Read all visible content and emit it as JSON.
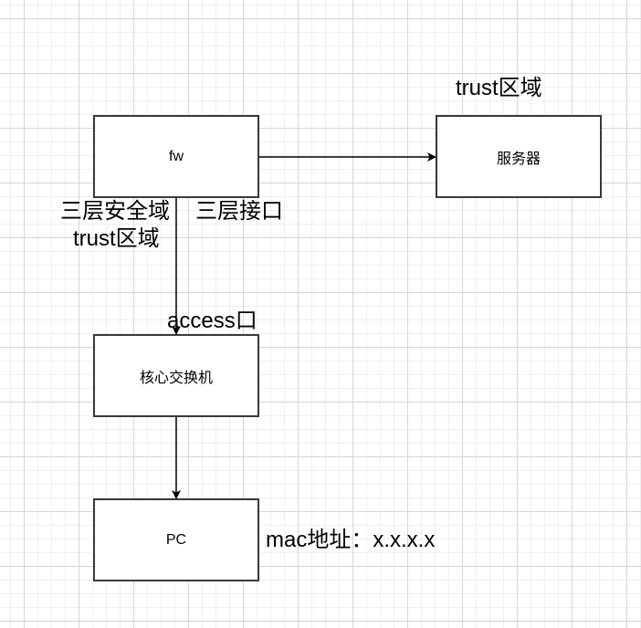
{
  "nodes": {
    "fw": "fw",
    "server": "服务器",
    "core_switch": "核心交换机",
    "pc": "PC"
  },
  "labels": {
    "server_zone": "trust区域",
    "l3_security_zone": "三层安全域",
    "l3_interface": "三层接口",
    "fw_zone": "trust区域",
    "access_port": "access口",
    "pc_mac": "mac地址：x.x.x.x"
  },
  "edges": [
    {
      "from": "fw",
      "to": "server"
    },
    {
      "from": "fw",
      "to": "core_switch"
    },
    {
      "from": "core_switch",
      "to": "pc"
    }
  ]
}
